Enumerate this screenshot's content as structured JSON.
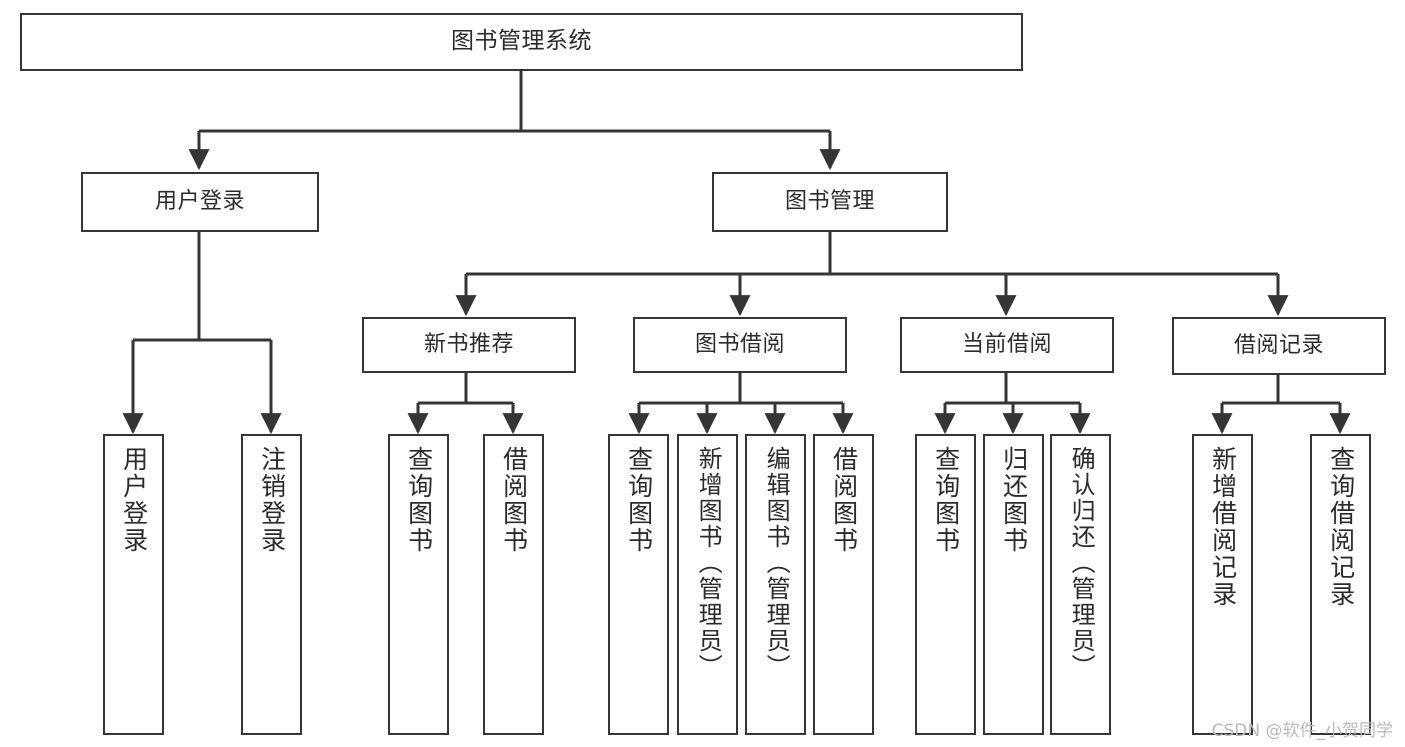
{
  "diagram": {
    "title_node": {
      "label": "图书管理系统"
    },
    "level1": [
      {
        "id": "user-login",
        "label": "用户登录"
      },
      {
        "id": "book-manage",
        "label": "图书管理"
      }
    ],
    "level2": [
      {
        "id": "new-book-rec",
        "label": "新书推荐"
      },
      {
        "id": "book-borrow",
        "label": "图书借阅"
      },
      {
        "id": "current-borrow",
        "label": "当前借阅"
      },
      {
        "id": "borrow-record",
        "label": "借阅记录"
      }
    ],
    "leaves": {
      "user_login": [
        {
          "id": "leaf-user-login",
          "label": "用户登录"
        },
        {
          "id": "leaf-logout",
          "label": "注销登录"
        }
      ],
      "new_book_rec": [
        {
          "id": "leaf-query-book-1",
          "label": "查询图书"
        },
        {
          "id": "leaf-borrow-book-1",
          "label": "借阅图书"
        }
      ],
      "book_borrow": [
        {
          "id": "leaf-query-book-2",
          "label": "查询图书"
        },
        {
          "id": "leaf-add-book",
          "label": "新增图书（管理员）"
        },
        {
          "id": "leaf-edit-book",
          "label": "编辑图书（管理员）"
        },
        {
          "id": "leaf-borrow-book-2",
          "label": "借阅图书"
        }
      ],
      "current_borrow": [
        {
          "id": "leaf-query-book-3",
          "label": "查询图书"
        },
        {
          "id": "leaf-return-book",
          "label": "归还图书"
        },
        {
          "id": "leaf-confirm-return",
          "label": "确认归还（管理员）"
        }
      ],
      "borrow_record": [
        {
          "id": "leaf-add-record",
          "label": "新增借阅记录"
        },
        {
          "id": "leaf-query-record",
          "label": "查询借阅记录"
        }
      ]
    }
  },
  "watermark": {
    "text": "CSDN @软件_小贺同学"
  },
  "colors": {
    "stroke": "#353535",
    "text": "#2b2b2b",
    "background": "#ffffff",
    "watermark": "#b9b9b9"
  }
}
